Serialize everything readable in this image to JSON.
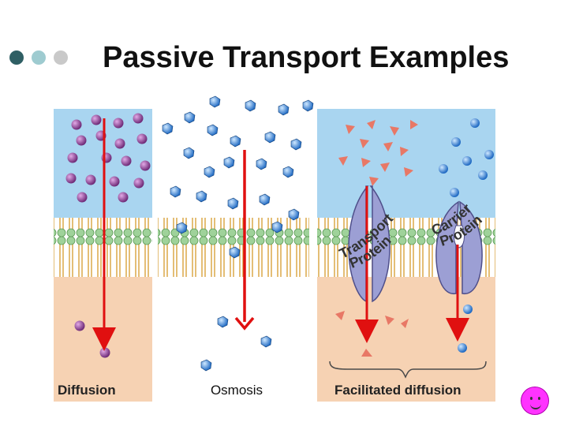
{
  "slide": {
    "title": "Passive Transport Examples",
    "bullet_colors": [
      "#2f5f64",
      "#9ecbd0",
      "#c9c9c9"
    ]
  },
  "panels": {
    "diffusion": {
      "label": "Diffusion"
    },
    "osmosis": {
      "label": "Osmosis"
    },
    "facilitated": {
      "label": "Facilitated diffusion"
    }
  },
  "proteins": {
    "transport_word1": "Transport",
    "transport_word2": "Protein",
    "carrier_word1": "Carrier",
    "carrier_word2": "Protein"
  },
  "colors": {
    "extracellular": "#a9d5f0",
    "intracellular": "#f6d2b3",
    "membrane": "#efc66a",
    "arrow": "#e01010",
    "solute_purple": "#8a3b8f",
    "water_blue": "#1e63b5",
    "triangle": "#e87866",
    "small_blue": "#3a8ad6",
    "protein": "#9c9fd4"
  },
  "icons": {
    "smiley": "smiley-face-icon"
  }
}
